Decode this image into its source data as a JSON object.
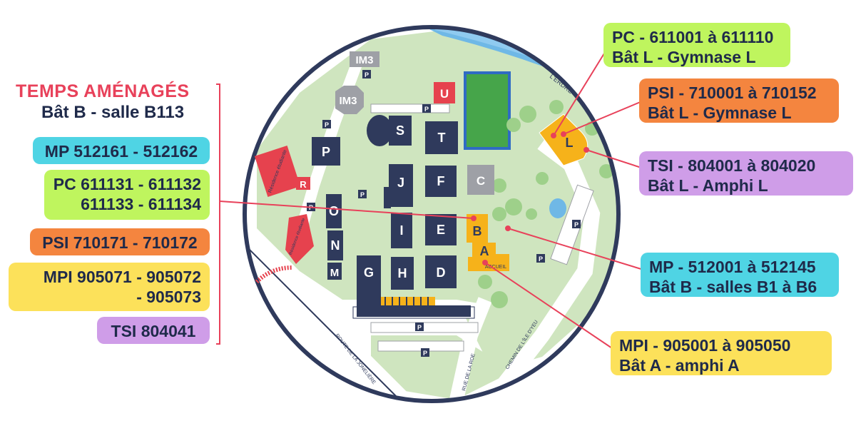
{
  "colors": {
    "navy": "#2f3a5c",
    "grass": "#cfe5bf",
    "river": "#6fb8e6",
    "gray_building": "#9ea0a6",
    "red_building": "#e6424e",
    "yellow_building": "#f6b21a",
    "accent_red": "#e8415a"
  },
  "left": {
    "heading": "TEMPS AMÉNAGÉS",
    "subheading": "Bât B - salle B113",
    "items": [
      {
        "text": "MP 512161 - 512162"
      },
      {
        "line1": "PC 611131 - 611132",
        "line2": "611133 - 611134"
      },
      {
        "text": "PSI 710171 - 710172"
      },
      {
        "line1": "MPI 905071 - 905072",
        "line2": "- 905073"
      },
      {
        "text": "TSI 804041"
      }
    ]
  },
  "right": [
    {
      "line1": "PC - 611001 à 611110",
      "line2": "Bât L - Gymnase L"
    },
    {
      "line1": "PSI - 710001 à 710152",
      "line2": "Bât L - Gymnase L"
    },
    {
      "line1": "TSI - 804001 à 804020",
      "line2": "Bât L - Amphi L"
    },
    {
      "line1": "MP - 512001 à 512145",
      "line2": "Bât B - salles B1 à B6"
    },
    {
      "line1": "MPI - 905001 à 905050",
      "line2": "Bât A - amphi A"
    }
  ],
  "map": {
    "buildings": [
      "IM3",
      "IM3",
      "U",
      "S",
      "T",
      "P",
      "J",
      "F",
      "C",
      "L",
      "R",
      "O",
      "I",
      "E",
      "B",
      "A",
      "N",
      "M",
      "G",
      "H",
      "D"
    ],
    "parking": "P",
    "accueil": "ACCUEIL",
    "residence": "Résidence étudiante",
    "roads": [
      "ROUTE DE LA JONELIÈRE",
      "RUE DE LA ROE",
      "CHEMIN DE L'ÎLE D'YEU"
    ],
    "river": "L'ERDRE"
  }
}
